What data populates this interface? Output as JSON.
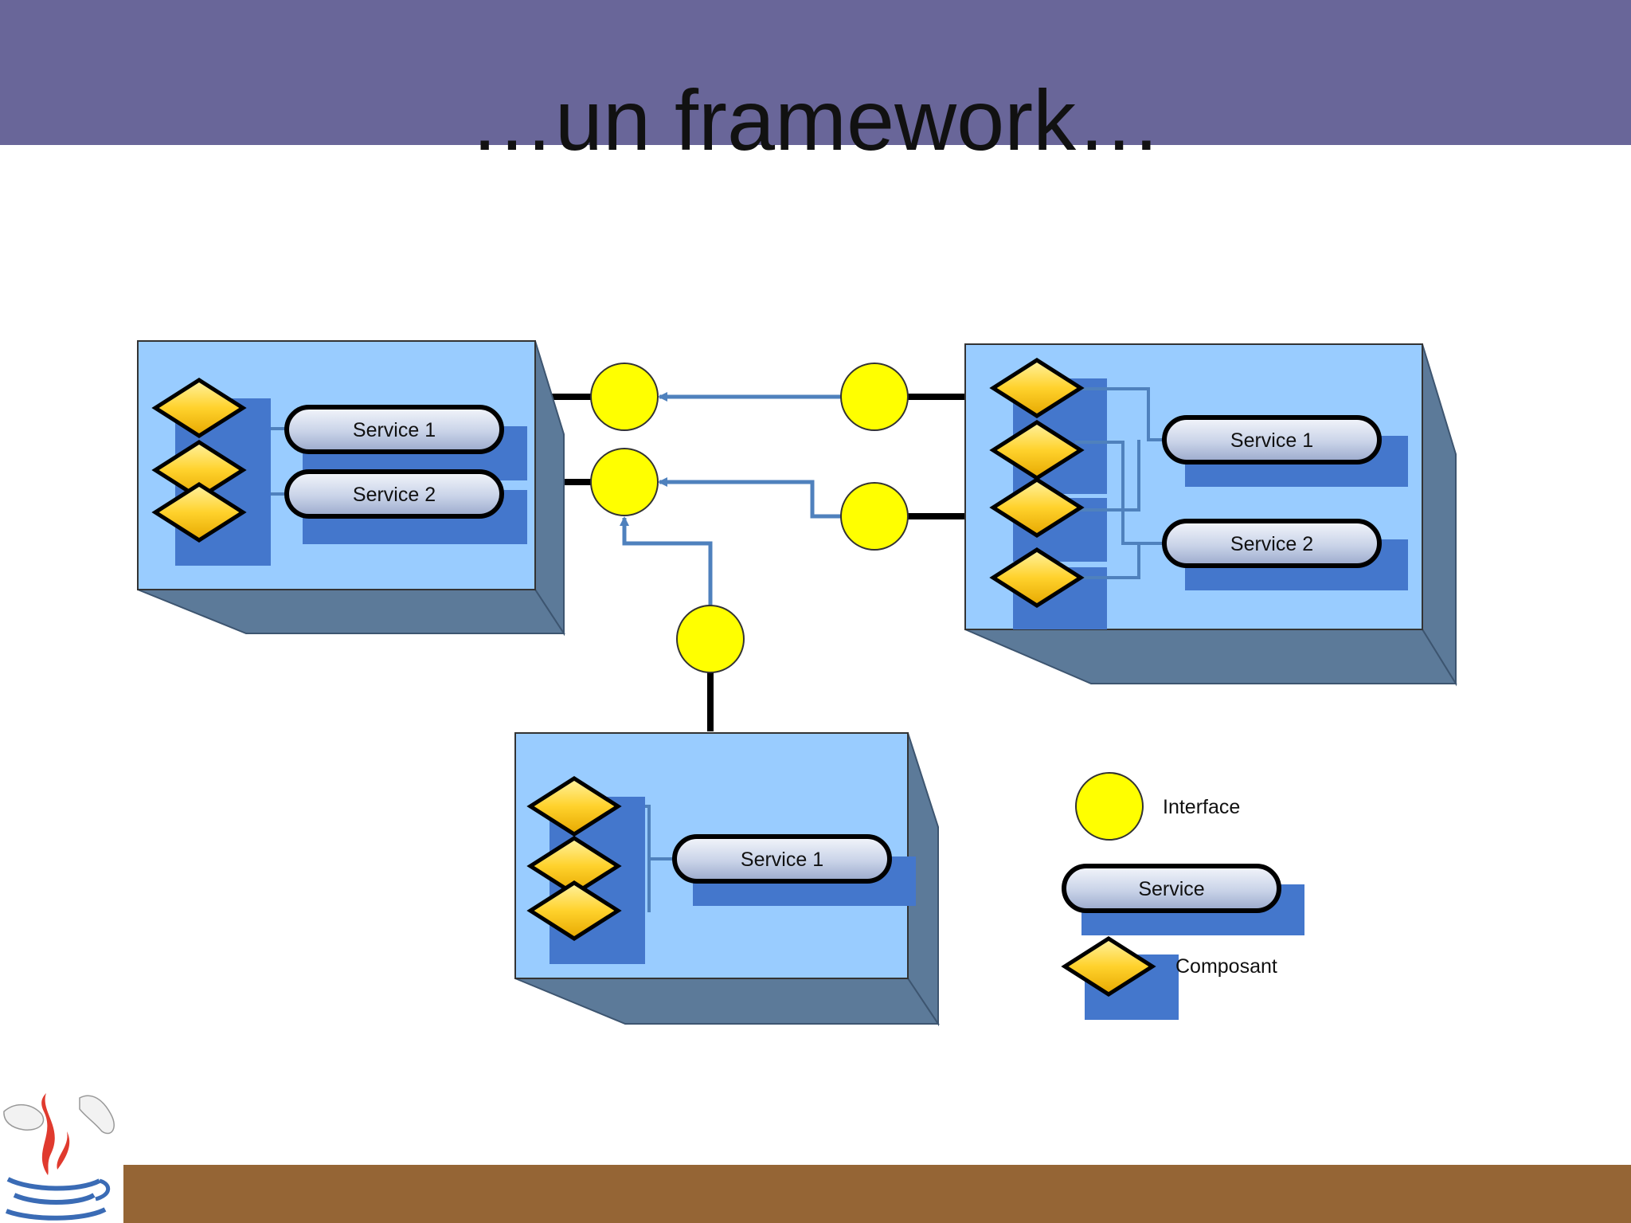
{
  "slide": {
    "title": "…un framework…",
    "colors": {
      "header_bar": "#696699",
      "footer_bar": "#956535",
      "node_face": "#99ccff",
      "node_side": "#5c7a99",
      "component_block": "#4477cc",
      "diamond_fill": "#ffcc22",
      "interface_fill": "#ffff00",
      "connector_blue": "#4f81bd",
      "wire_black": "#000000"
    }
  },
  "diagram": {
    "nodes": [
      {
        "id": "node-left",
        "services": [
          "Service 1",
          "Service 2"
        ]
      },
      {
        "id": "node-right",
        "services": [
          "Service 1",
          "Service 2"
        ]
      },
      {
        "id": "node-bottom",
        "services": [
          "Service 1"
        ]
      }
    ],
    "legend": {
      "interface_label": "Interface",
      "service_label": "Service",
      "component_label": "Composant"
    }
  },
  "logo": {
    "icon": "java-coffee-cup-icon"
  }
}
